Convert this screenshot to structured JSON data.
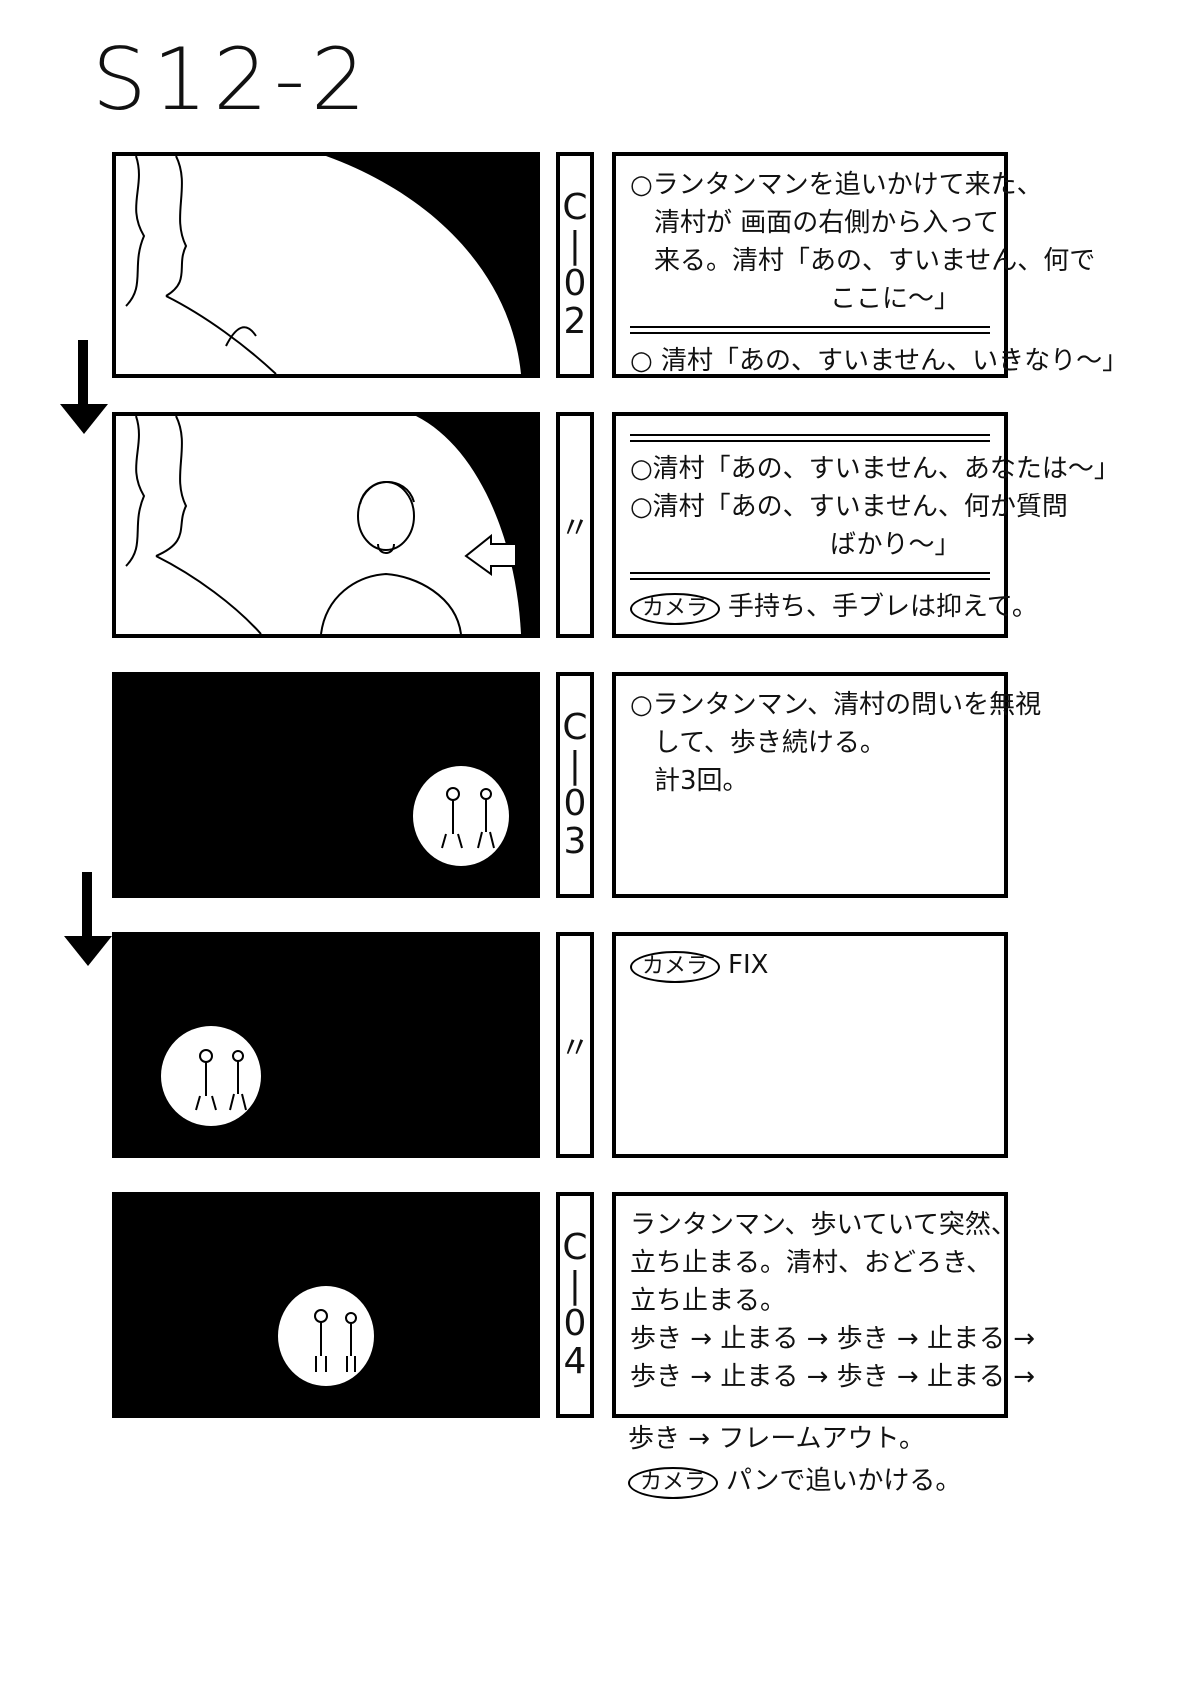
{
  "scene": {
    "title": "S12-2"
  },
  "cuts": [
    {
      "label_chars": [
        "C",
        "|",
        "0",
        "2"
      ],
      "notes": [
        {
          "kind": "line",
          "text": "○ランタンマンを追いかけて来た、"
        },
        {
          "kind": "line-indent",
          "text": "清村が 画面の右側から入って"
        },
        {
          "kind": "line-indent",
          "text": "来る。清村「あの、すいません、何で"
        },
        {
          "kind": "line-right",
          "text": "ここに〜」"
        },
        {
          "kind": "rule"
        },
        {
          "kind": "line",
          "text": "○ 清村「あの、すいません、いきなり〜」"
        }
      ]
    },
    {
      "label_chars": [
        "〃"
      ],
      "notes": [
        {
          "kind": "rule"
        },
        {
          "kind": "line",
          "text": "○清村「あの、すいません、あなたは〜」"
        },
        {
          "kind": "line",
          "text": "○清村「あの、すいません、何か質問"
        },
        {
          "kind": "line-right",
          "text": "ばかり〜」"
        },
        {
          "kind": "rule"
        },
        {
          "kind": "camera",
          "tag": "カメラ",
          "text": "手持ち、手ブレは抑えて。"
        }
      ]
    },
    {
      "label_chars": [
        "C",
        "|",
        "0",
        "3"
      ],
      "notes": [
        {
          "kind": "line",
          "text": "○ランタンマン、清村の問いを無視"
        },
        {
          "kind": "line-indent",
          "text": "して、歩き続ける。"
        },
        {
          "kind": "line-indent",
          "text": "計3回。"
        }
      ]
    },
    {
      "label_chars": [
        "〃"
      ],
      "notes": [
        {
          "kind": "camera",
          "tag": "カメラ",
          "text": "FIX"
        }
      ]
    },
    {
      "label_chars": [
        "C",
        "|",
        "0",
        "4"
      ],
      "notes": [
        {
          "kind": "line",
          "text": "ランタンマン、歩いていて突然、"
        },
        {
          "kind": "line",
          "text": "立ち止まる。清村、おどろき、"
        },
        {
          "kind": "line",
          "text": "立ち止まる。"
        },
        {
          "kind": "line",
          "text": "歩き → 止まる → 歩き → 止まる →"
        },
        {
          "kind": "line",
          "text": "歩き → 止まる → 歩き → 止まる →"
        }
      ]
    }
  ],
  "after_notes": {
    "line1": "歩き → フレームアウト。",
    "camera_tag": "カメラ",
    "camera_text": "パンで追いかける。"
  }
}
